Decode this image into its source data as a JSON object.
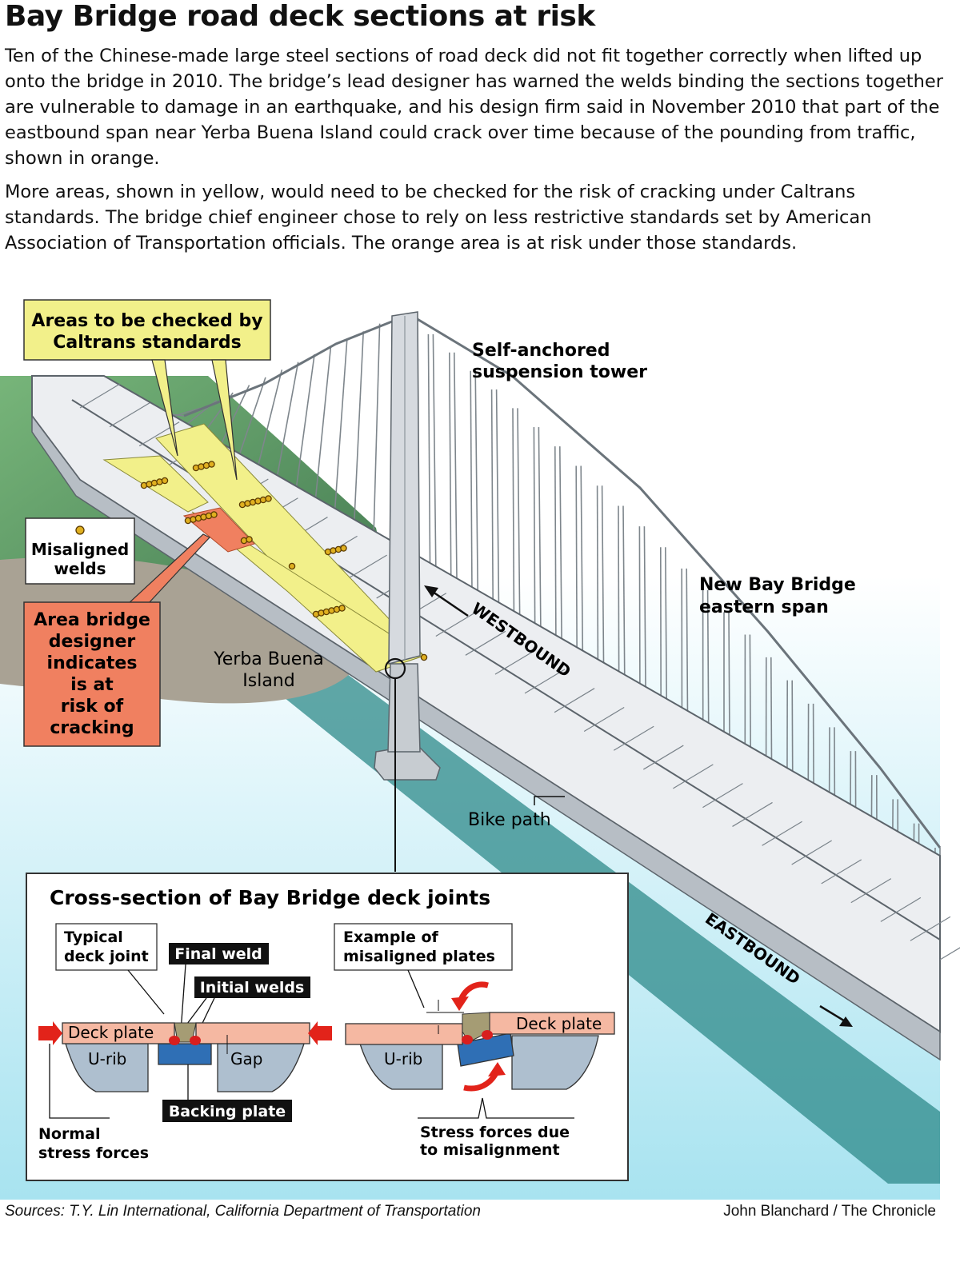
{
  "title": "Bay Bridge road deck sections at risk",
  "paragraphs": [
    "Ten of the Chinese-made large steel sections of road deck did not fit together correctly when lifted up onto the bridge in 2010. The bridge’s lead designer has warned the welds binding the sections together are vulnerable to damage in an earthquake, and his design firm said in November 2010 that part of the eastbound span near Yerba Buena Island could crack over time because of the pounding from traffic, shown in orange.",
    "More areas, shown in yellow, would need to be checked for the risk of cracking under Caltrans standards. The bridge chief engineer chose to rely on less restrictive standards set by American Association of Transportation officials. The orange area is at risk under those standards."
  ],
  "labels": {
    "caltrans_areas": [
      "Areas to be checked by",
      "Caltrans standards"
    ],
    "tower": [
      "Self-anchored",
      "suspension tower"
    ],
    "span": [
      "New Bay Bridge",
      "eastern span"
    ],
    "misaligned_welds": [
      "Misaligned",
      "welds"
    ],
    "risk_area": [
      "Area bridge",
      "designer",
      "indicates",
      "is at",
      "risk of",
      "cracking"
    ],
    "island": [
      "Yerba Buena",
      "Island"
    ],
    "westbound": "WESTBOUND",
    "eastbound": "EASTBOUND",
    "bike_path": "Bike path"
  },
  "cross_section": {
    "title": "Cross-section of Bay Bridge deck joints",
    "typical": [
      "Typical",
      "deck joint"
    ],
    "final_weld": "Final weld",
    "initial_welds": "Initial welds",
    "deck_plate": "Deck plate",
    "u_rib": "U-rib",
    "gap": "Gap",
    "backing_plate": "Backing plate",
    "normal_stress": [
      "Normal",
      "stress forces"
    ],
    "example": [
      "Example of",
      "misaligned plates"
    ],
    "stress_misalignment": [
      "Stress forces due",
      "to misalignment"
    ]
  },
  "colors": {
    "yellow": "#f2f08a",
    "orange": "#f08060",
    "deck_plate": "#f5b8a2",
    "u_rib": "#aebfcf",
    "backing": "#2f6fb5",
    "weld": "#d81e1e",
    "stress_arrow": "#e2231a",
    "water": "#bfe9f3"
  },
  "footer": {
    "sources": "Sources: T.Y. Lin International, California Department of Transportation",
    "credit": "John Blanchard / The Chronicle"
  }
}
